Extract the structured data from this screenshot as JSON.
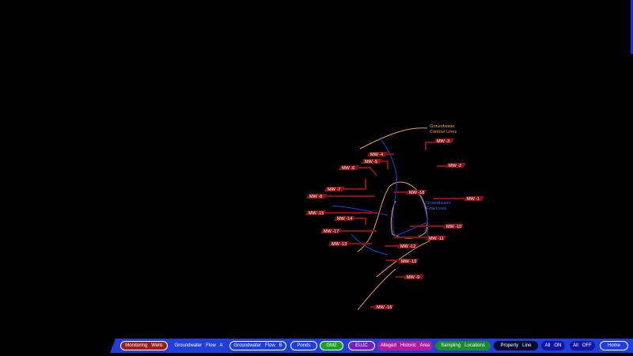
{
  "map": {
    "contour_label_line1": "Groundwater",
    "contour_label_line2": "Contour Lines",
    "flow_label_line1": "Groundwater",
    "flow_label_line2": "Flow Lines",
    "colors": {
      "contour": "#f2a33a",
      "flow": "#1f3fd8",
      "well_marker": "#8e0f12",
      "background": "#000000"
    }
  },
  "wells": [
    "MW -4",
    "MW -5",
    "MW -6",
    "MW -3",
    "MW -2",
    "MW -7",
    "MW -8",
    "MW -18",
    "MW -1",
    "MW -15",
    "MW -14",
    "MW -10",
    "MW -17",
    "MW -11",
    "MW -13",
    "MW -12",
    "MW -19",
    "MW -9",
    "MW -16"
  ],
  "toolbar": {
    "buttons": [
      {
        "label": "Monitoring   Wells",
        "color": "#9c1a1a",
        "bordered": true
      },
      {
        "label": "Groundwater   Flow   A",
        "color": "#1f3fd8",
        "bordered": false
      },
      {
        "label": "Groundwater   Flow   B",
        "color": "#1f3fd8",
        "bordered": true
      },
      {
        "label": "Ponds",
        "color": "#1f3fd8",
        "bordered": true
      },
      {
        "label": "GMZ",
        "color": "#1aa31a",
        "bordered": true
      },
      {
        "label": "EUJC",
        "color": "#7a1fbf",
        "bordered": true
      },
      {
        "label": "Alleged   Historic   Area",
        "color": "#b21a9c",
        "bordered": false
      },
      {
        "label": "Sampling   Locations",
        "color": "#1a8a2a",
        "bordered": false
      },
      {
        "label": "Property   Line",
        "color": "#0a0a2e",
        "bordered": false
      },
      {
        "label": "All   ON",
        "color": "#13179e",
        "bordered": false
      },
      {
        "label": "All   OFF",
        "color": "#13179e",
        "bordered": false
      },
      {
        "label": "Home",
        "color": "#1f3fd8",
        "bordered": true
      }
    ]
  }
}
